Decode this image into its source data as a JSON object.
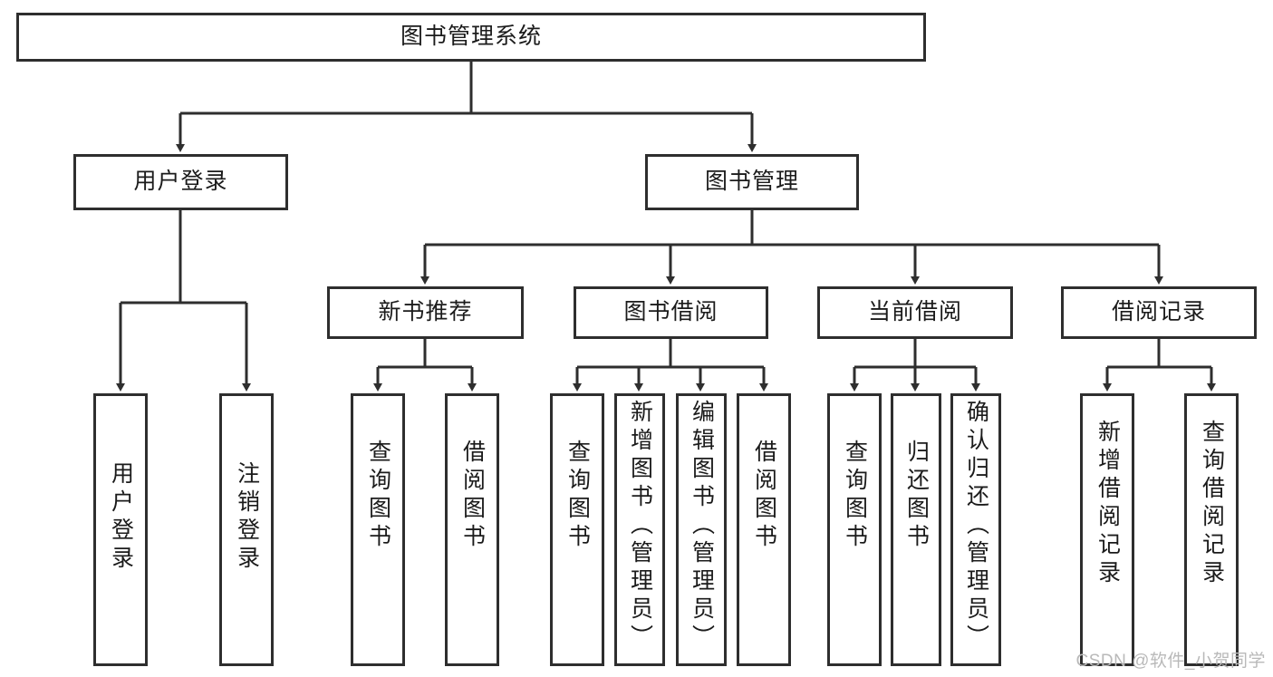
{
  "diagram": {
    "title": "图书管理系统",
    "type": "hierarchy-tree",
    "root": {
      "id": "root",
      "label": "图书管理系统"
    },
    "level2": [
      {
        "id": "user-login",
        "label": "用户登录"
      },
      {
        "id": "book-manage",
        "label": "图书管理"
      }
    ],
    "level3": [
      {
        "id": "new-book-rec",
        "label": "新书推荐"
      },
      {
        "id": "book-borrow",
        "label": "图书借阅"
      },
      {
        "id": "current-borrow",
        "label": "当前借阅"
      },
      {
        "id": "borrow-record",
        "label": "借阅记录"
      }
    ],
    "leaves": {
      "user_login": [
        {
          "id": "leaf-user-login",
          "label": "用户登录"
        },
        {
          "id": "leaf-logout",
          "label": "注销登录"
        }
      ],
      "new_book_rec": [
        {
          "id": "leaf-query-book-1",
          "label": "查询图书"
        },
        {
          "id": "leaf-borrow-book-1",
          "label": "借阅图书"
        }
      ],
      "book_borrow": [
        {
          "id": "leaf-query-book-2",
          "label": "查询图书"
        },
        {
          "id": "leaf-add-book",
          "label": "新增图书（管理员）"
        },
        {
          "id": "leaf-edit-book",
          "label": "编辑图书（管理员）"
        },
        {
          "id": "leaf-borrow-book-2",
          "label": "借阅图书"
        }
      ],
      "current_borrow": [
        {
          "id": "leaf-query-book-3",
          "label": "查询图书"
        },
        {
          "id": "leaf-return-book",
          "label": "归还图书"
        },
        {
          "id": "leaf-confirm-return",
          "label": "确认归还（管理员）"
        }
      ],
      "borrow_record": [
        {
          "id": "leaf-add-record",
          "label": "新增借阅记录"
        },
        {
          "id": "leaf-query-record",
          "label": "查询借阅记录"
        }
      ]
    }
  },
  "watermark": {
    "text": "CSDN @软件_小贺同学"
  },
  "colors": {
    "stroke": "#2e2e2e",
    "fill": "#ffffff",
    "text": "#1b1b1b",
    "watermark": "#b9b9b9"
  }
}
